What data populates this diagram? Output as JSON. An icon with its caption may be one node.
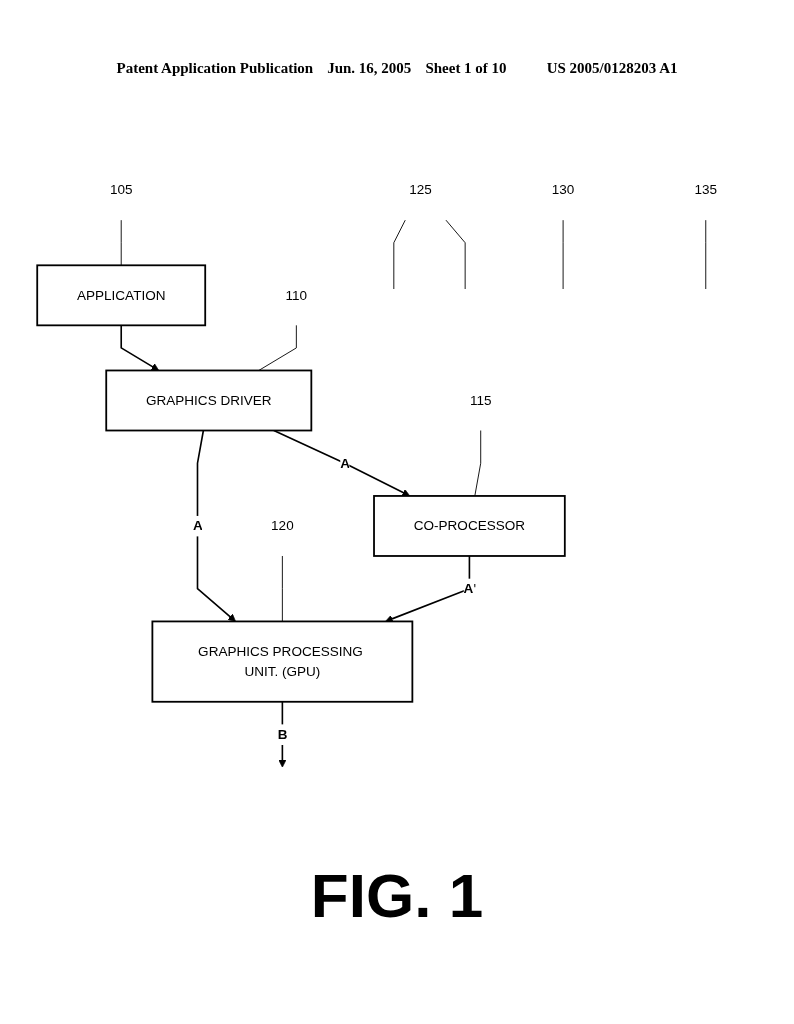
{
  "diagram": {
    "caption": "FIG. 1",
    "nodes": [
      {
        "text": [
          "APPLICATION"
        ]
      },
      {
        "text": [
          "105"
        ]
      },
      {
        "text": [
          "GRAPHICS DRIVER"
        ]
      },
      {
        "text": [
          "110"
        ]
      },
      {
        "text": [
          "125"
        ]
      },
      {
        "text": [
          "CO-PROCESSOR"
        ]
      },
      {
        "text": [
          "115"
        ]
      },
      {
        "text": [
          "130"
        ]
      },
      {
        "text": [
          "120"
        ]
      },
      {
        "text": [
          "GRAPHICS PROCESSING UNIT. (GPU)"
        ]
      },
      {
        "text": [
          "135"
        ]
      }
    ],
    "edges": [
      {
        "from": 0,
        "to": 2,
        "arrow": "to"
      },
      {
        "from": 2,
        "to": 5,
        "arrow": "to",
        "label": "A"
      },
      {
        "from": 5,
        "to": 9,
        "arrow": "to",
        "label": "A'"
      },
      {
        "from": 2,
        "to": 9,
        "arrow": "to",
        "label": "A"
      },
      {
        "from": 9,
        "to": null,
        "arrow": "to",
        "label": "B"
      },
      {
        "from": 1,
        "to": 0,
        "arrow": "none"
      },
      {
        "from": 3,
        "to": 2,
        "arrow": "none"
      },
      {
        "from": 4,
        "to": null,
        "arrow": "none"
      },
      {
        "from": 4,
        "to": null,
        "arrow": "none"
      },
      {
        "from": 6,
        "to": 5,
        "arrow": "none"
      },
      {
        "from": 7,
        "to": null,
        "arrow": "none"
      },
      {
        "from": 8,
        "to": 9,
        "arrow": "none"
      },
      {
        "from": 10,
        "to": null,
        "arrow": "none"
      }
    ],
    "labels": [
      "Patent Application Publication",
      "Jun. 16, 2005",
      "Sheet 1 of 10",
      "US 2005/0128203 A1"
    ]
  }
}
